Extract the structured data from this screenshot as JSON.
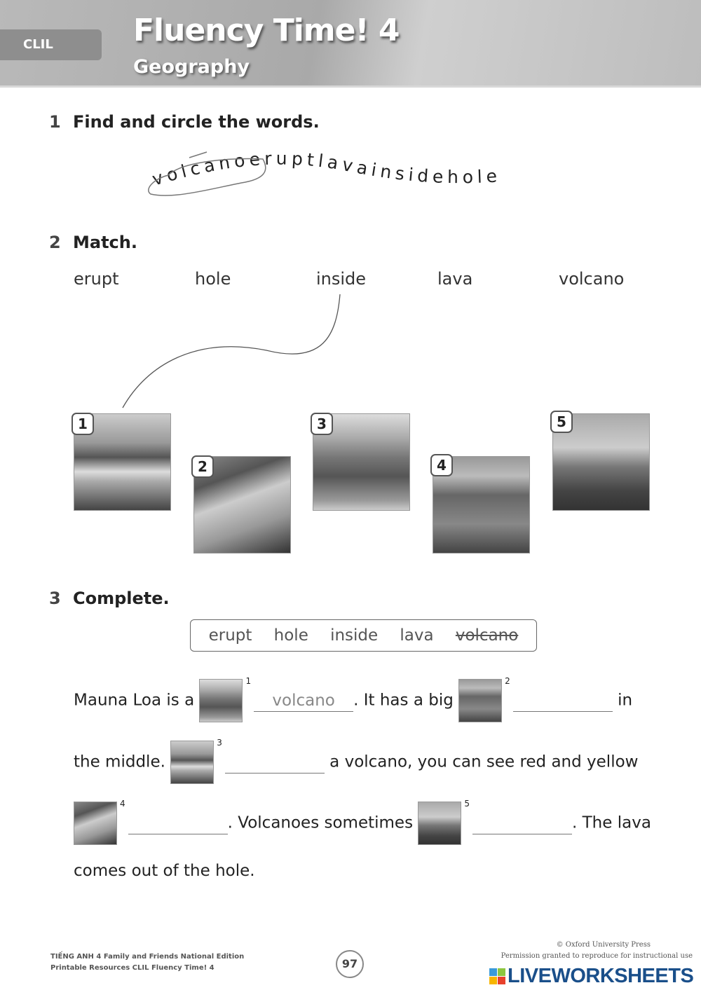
{
  "header": {
    "badge": "CLIL",
    "title": "Fluency Time! 4",
    "subtitle": "Geography"
  },
  "ex1": {
    "number": "1",
    "instruction": "Find and circle the words.",
    "letters": "volcanoeruptlavainsidehole"
  },
  "ex2": {
    "number": "2",
    "instruction": "Match.",
    "words": [
      "erupt",
      "hole",
      "inside",
      "lava",
      "volcano"
    ],
    "photos": [
      "1",
      "2",
      "3",
      "4",
      "5"
    ]
  },
  "ex3": {
    "number": "3",
    "instruction": "Complete.",
    "word_bank": [
      "erupt",
      "hole",
      "inside",
      "lava",
      "volcano"
    ],
    "text": {
      "s1a": "Mauna Loa is a",
      "s1b": ". It has a big",
      "s1c": "in",
      "s2a": "the middle.",
      "s2b": "a volcano, you can see red and yellow",
      "s3a": ". Volcanoes sometimes",
      "s3b": ". The lava",
      "s4": "comes out of the hole."
    },
    "blanks": [
      {
        "n": "1",
        "value": "volcano"
      },
      {
        "n": "2",
        "value": ""
      },
      {
        "n": "3",
        "value": ""
      },
      {
        "n": "4",
        "value": ""
      },
      {
        "n": "5",
        "value": ""
      }
    ]
  },
  "footer": {
    "line1": "TIẾNG ANH 4 Family and Friends National Edition",
    "line2": "Printable Resources CLIL Fluency Time! 4",
    "page": "97",
    "copyright": "© Oxford University Press",
    "permission": "Permission granted to reproduce for instructional use",
    "brand": "LIVEWORKSHEETS"
  }
}
